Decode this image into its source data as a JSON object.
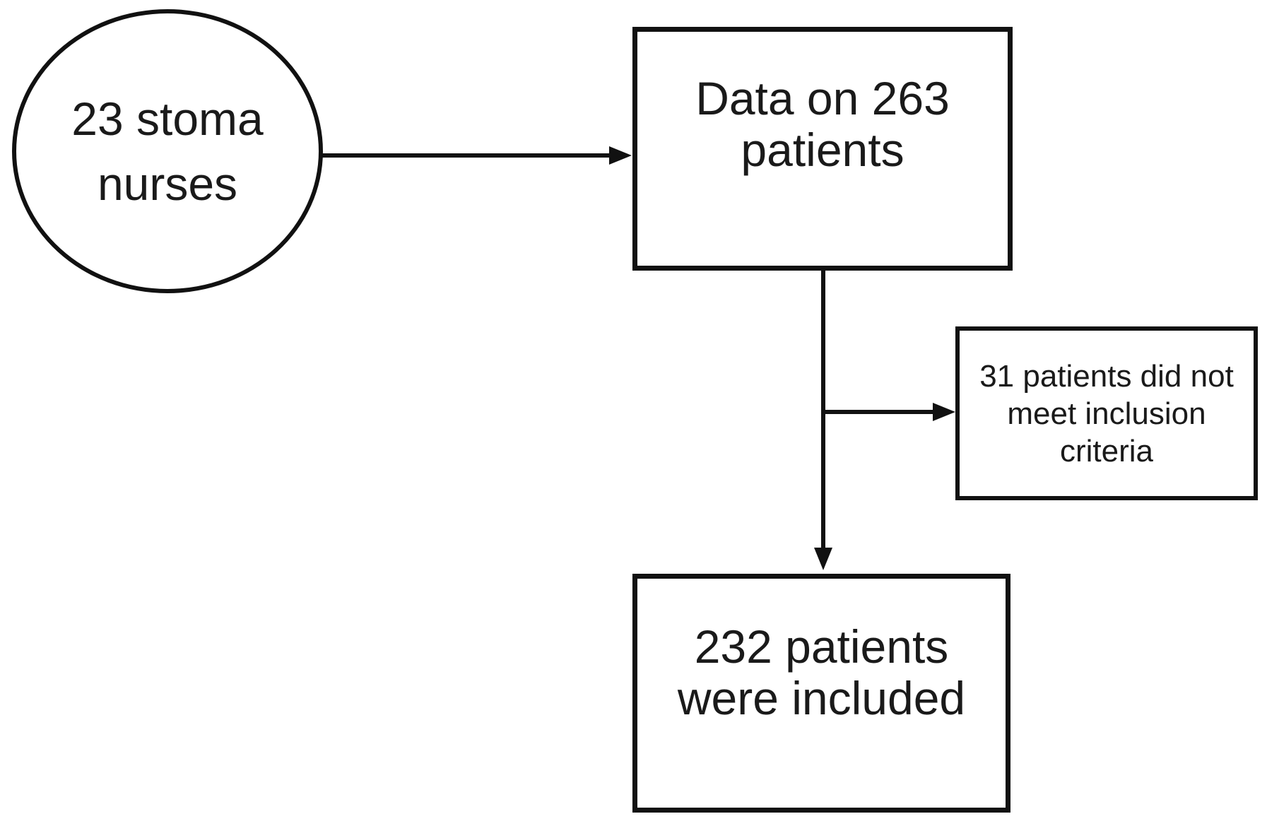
{
  "diagram": {
    "description": "Patient inclusion flowchart",
    "colors": {
      "stroke": "#111111",
      "text": "#1a1a1a",
      "background": "#ffffff"
    },
    "nodes": {
      "nurses": {
        "shape": "ellipse",
        "lines": [
          "23 stoma",
          "nurses"
        ]
      },
      "data": {
        "shape": "rectangle",
        "lines": [
          "Data on 263",
          "patients"
        ]
      },
      "excluded": {
        "shape": "rectangle",
        "lines": [
          "31 patients did not",
          "meet inclusion",
          "criteria"
        ]
      },
      "included": {
        "shape": "rectangle",
        "lines": [
          "232 patients",
          "were included"
        ]
      }
    },
    "edges": [
      {
        "from": "nurses",
        "to": "data",
        "direction": "right"
      },
      {
        "from": "data",
        "to": "excluded",
        "direction": "right"
      },
      {
        "from": "data",
        "to": "included",
        "direction": "down"
      }
    ]
  }
}
